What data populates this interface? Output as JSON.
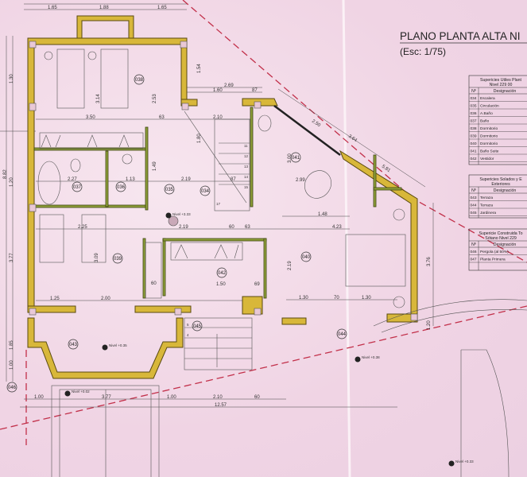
{
  "title": {
    "main": "PLANO PLANTA ALTA NI",
    "scale": "(Esc: 1/75)"
  },
  "rooms": [
    {
      "id": "034"
    },
    {
      "id": "035"
    },
    {
      "id": "036"
    },
    {
      "id": "037"
    },
    {
      "id": "038"
    },
    {
      "id": "039"
    },
    {
      "id": "040"
    },
    {
      "id": "041"
    },
    {
      "id": "042"
    },
    {
      "id": "043"
    },
    {
      "id": "044"
    },
    {
      "id": "045"
    },
    {
      "id": "046"
    }
  ],
  "dimensions": {
    "top": [
      "1.65",
      "1.88",
      "1.65"
    ],
    "upper": [
      "2.69",
      "1.60",
      "87"
    ],
    "row1": [
      "3.50",
      "63",
      "2.10"
    ],
    "row2": [
      "2.27",
      "1.13",
      "2.19",
      "87"
    ],
    "row3": [
      "2.25",
      "2.19",
      "60",
      "63"
    ],
    "row4": [
      "1.25",
      "2.00",
      "60",
      "1.50",
      "69"
    ],
    "bottom": [
      "1.00",
      "3.77",
      "1.00",
      "2.10",
      "60"
    ],
    "total": "12.57",
    "diag": [
      "2.50",
      "3.64",
      "5.81"
    ],
    "right": [
      "2.99",
      "1.48",
      "4.23",
      "1.30",
      "70",
      "1.30"
    ],
    "vertical": [
      "1.30",
      "8.82",
      "1.20",
      "3.77",
      "1.85",
      "1.00",
      "3.14",
      "2.53",
      "1.54",
      "1.80",
      "1.49",
      "3.09",
      "3.00",
      "3.76",
      "1.20",
      "2.19"
    ]
  },
  "levels": [
    {
      "label": "Nivel +3.33"
    },
    {
      "label": "Nivel +0.35"
    },
    {
      "label": "Nivel +0.02"
    },
    {
      "label": "Nivel +0.38"
    },
    {
      "label": "Nivel +0.33"
    }
  ],
  "stair_steps": [
    "11",
    "12",
    "13",
    "14",
    "15",
    "17",
    "5",
    "4"
  ],
  "tables": [
    {
      "title": "Supericies Utiles Plant",
      "subtitle": "Nivel 229 00",
      "col_no": "Nº",
      "col_name": "Designación",
      "rows": [
        {
          "no": "034",
          "name": "Escalera"
        },
        {
          "no": "035",
          "name": "Circulación"
        },
        {
          "no": "036",
          "name": "A.Baño"
        },
        {
          "no": "037",
          "name": "Baño"
        },
        {
          "no": "038",
          "name": "Dormitorio"
        },
        {
          "no": "039",
          "name": "Dormitorio"
        },
        {
          "no": "040",
          "name": "Dormitorio"
        },
        {
          "no": "041",
          "name": "Baño Suite"
        },
        {
          "no": "042",
          "name": "Vestidor"
        }
      ]
    },
    {
      "title": "Supericies Solados y E",
      "subtitle": "Exteriores",
      "col_no": "Nº",
      "col_name": "Designación",
      "rows": [
        {
          "no": "043",
          "name": "Terraza"
        },
        {
          "no": "044",
          "name": "Terraza"
        },
        {
          "no": "045",
          "name": "Jardinera"
        }
      ]
    },
    {
      "title": "Supericie Construida To",
      "subtitle": "Sótano Nivel 229",
      "col_no": "Nº",
      "col_name": "Designación",
      "rows": [
        {
          "no": "046",
          "name": "Pergola (al 50%)"
        },
        {
          "no": "047",
          "name": "Planta Primera"
        }
      ]
    }
  ],
  "colors": {
    "wall": "#d8b73a",
    "interior_wall": "#8fa03a",
    "paper": "#f3dbe8",
    "property_line": "#c2304a"
  }
}
